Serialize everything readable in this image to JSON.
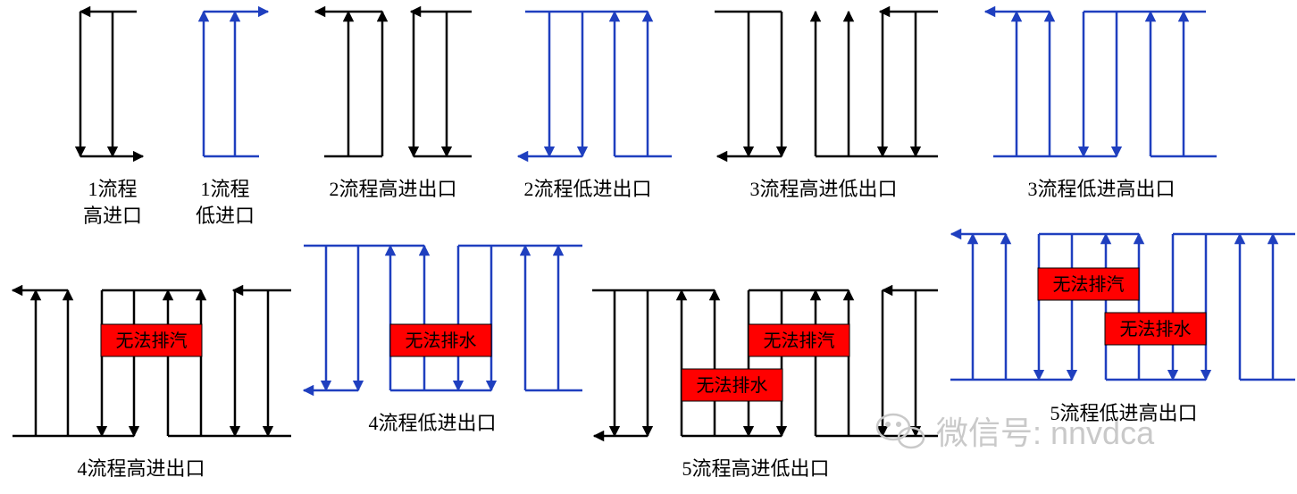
{
  "colors": {
    "high_inlet": "#000000",
    "low_inlet": "#1f3fbf",
    "warning_fill": "#ff0000"
  },
  "captions": {
    "p1_high_line1": "1流程",
    "p1_high_line2": "高进口",
    "p1_low_line1": "1流程",
    "p1_low_line2": "低进口",
    "p2_high": "2流程高进出口",
    "p2_low": "2流程低进出口",
    "p3_high_low": "3流程高进低出口",
    "p3_low_high": "3流程低进高出口",
    "p4_high": "4流程高进出口",
    "p4_low": "4流程低进出口",
    "p5_high_low": "5流程高进低出口",
    "p5_low_high": "5流程低进高出口"
  },
  "warnings": {
    "no_vent": "无法排汽",
    "no_drain": "无法排水"
  },
  "watermark": {
    "icon": "wechat-icon",
    "text": "微信号: nnvdca"
  }
}
